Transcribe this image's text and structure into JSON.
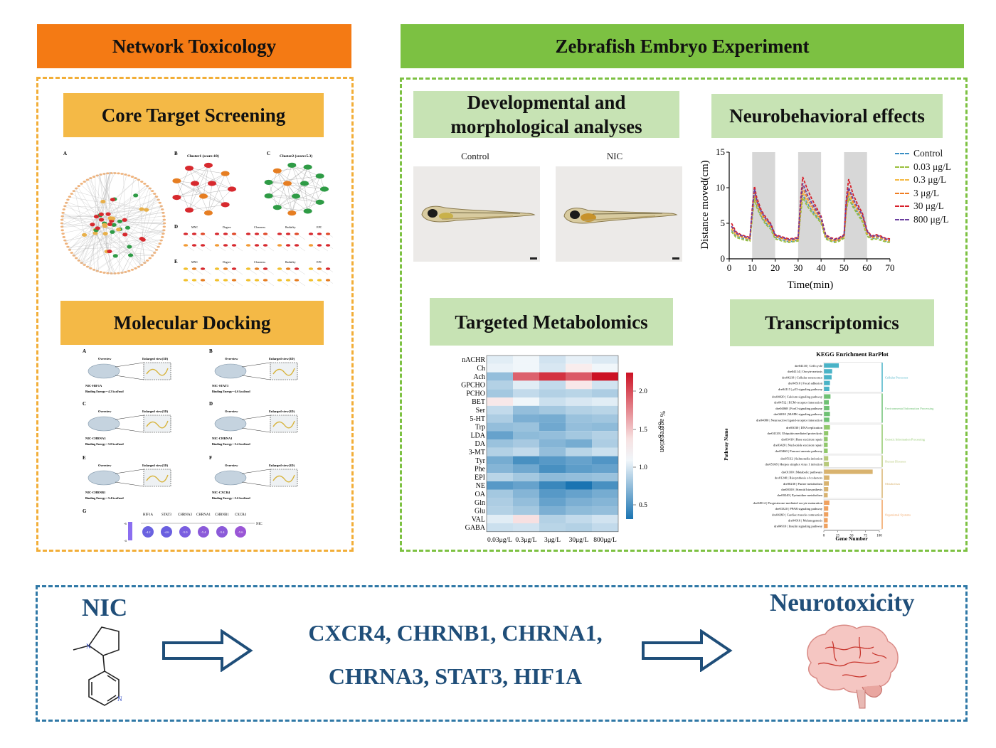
{
  "left_header": {
    "title": "Network Toxicology",
    "color": "#f47a14"
  },
  "right_header": {
    "title": "Zebrafish Embryo Experiment",
    "color": "#7cc142"
  },
  "core_target": {
    "title": "Core Target Screening",
    "panel_a": "A",
    "panel_b": "B",
    "panel_c": "C",
    "panel_d": "D",
    "panel_e": "E",
    "cluster1": "Cluster1 (score:10)",
    "cluster2": "Cluster2 (score:5.3)",
    "methods": [
      "MNC",
      "Degree",
      "Closeness",
      "Radiality",
      "EPC"
    ]
  },
  "docking": {
    "title": "Molecular Docking",
    "panels": [
      {
        "letter": "A",
        "overview": "Overview",
        "enlarged": "Enlarged view(3D)",
        "name": "NIC-HIF1A",
        "energy": "Binding Energy=-4.2 kcal/mol"
      },
      {
        "letter": "B",
        "overview": "Overview",
        "enlarged": "Enlarged view(3D)",
        "name": "NIC-STAT3",
        "energy": "Binding Energy=-4.6 kcal/mol"
      },
      {
        "letter": "C",
        "overview": "Overview",
        "enlarged": "Enlarged view(3D)",
        "name": "NIC-CHRNA3",
        "energy": "Binding Energy=-5.0 kcal/mol"
      },
      {
        "letter": "D",
        "overview": "Overview",
        "enlarged": "Enlarged view(3D)",
        "name": "NIC-CHRNA1",
        "energy": "Binding Energy=-5.4 kcal/mol"
      },
      {
        "letter": "E",
        "overview": "Overview",
        "enlarged": "Enlarged view(3D)",
        "name": "NIC-CHRNB1",
        "energy": "Binding Energy=-5.4 kcal/mol"
      },
      {
        "letter": "F",
        "overview": "Overview",
        "enlarged": "Enlarged view(3D)",
        "name": "NIC-CXCR4",
        "energy": "Binding Energy=-5.6 kcal/mol"
      }
    ],
    "panel_g": "G",
    "g_targets": [
      "HIF1A",
      "STAT3",
      "CHRNA3",
      "CHRNA1",
      "CHRNB1",
      "CXCR4"
    ],
    "g_values": [
      "-4.2",
      "-4.6",
      "-5.0",
      "-5.4",
      "-5.4",
      "-5.6"
    ],
    "g_ligand": "NIC",
    "g_scale_top": "-6",
    "g_scale_bottom": "-4"
  },
  "developmental": {
    "title_line1": "Developmental and",
    "title_line2": "morphological analyses",
    "label_control": "Control",
    "label_nic": "NIC"
  },
  "neuro": {
    "title": "Neurobehavioral effects",
    "legend": [
      {
        "name": "Control",
        "color": "#3b8fc4"
      },
      {
        "name": "0.03 μg/L",
        "color": "#9abf3c"
      },
      {
        "name": "0.3 μg/L",
        "color": "#f5b942"
      },
      {
        "name": "3 μg/L",
        "color": "#ef7d22"
      },
      {
        "name": "30 μg/L",
        "color": "#d7202a"
      },
      {
        "name": "800 μg/L",
        "color": "#6b3fa0"
      }
    ]
  },
  "metabolomics": {
    "title": "Targeted Metabolomics",
    "rows": [
      "nACHR",
      "Ch",
      "Ach",
      "GPCHO",
      "PCHO",
      "BET",
      "Ser",
      "5-HT",
      "Trp",
      "LDA",
      "DA",
      "3-MT",
      "Tyr",
      "Phe",
      "EPI",
      "NE",
      "OA",
      "Gln",
      "Glu",
      "VAL",
      "GABA"
    ],
    "cols": [
      "0.03μg/L",
      "0.3μg/L",
      "3μg/L",
      "30μg/L",
      "800μg/L"
    ],
    "colorbar_ticks": [
      "2.0",
      "1.5",
      "1.0",
      "0.5"
    ],
    "colorbar_label": "% aggregation",
    "values": [
      [
        0.95,
        1.0,
        0.9,
        0.97,
        0.93
      ],
      [
        0.98,
        1.0,
        0.92,
        1.02,
        1.0
      ],
      [
        0.7,
        1.9,
        2.2,
        1.95,
        2.4
      ],
      [
        0.8,
        0.95,
        0.85,
        1.05,
        0.9
      ],
      [
        0.75,
        0.85,
        0.8,
        0.82,
        0.78
      ],
      [
        1.05,
        1.0,
        0.88,
        0.92,
        0.95
      ],
      [
        0.85,
        0.7,
        0.75,
        0.8,
        0.82
      ],
      [
        0.78,
        0.62,
        0.6,
        0.72,
        0.74
      ],
      [
        0.7,
        0.72,
        0.58,
        0.7,
        0.68
      ],
      [
        0.55,
        0.68,
        0.7,
        0.75,
        0.8
      ],
      [
        0.72,
        0.76,
        0.65,
        0.6,
        0.78
      ],
      [
        0.8,
        0.85,
        0.7,
        0.82,
        0.88
      ],
      [
        0.6,
        0.45,
        0.5,
        0.55,
        0.48
      ],
      [
        0.65,
        0.58,
        0.45,
        0.52,
        0.55
      ],
      [
        0.82,
        0.75,
        0.68,
        0.7,
        0.72
      ],
      [
        0.5,
        0.55,
        0.4,
        0.3,
        0.45
      ],
      [
        0.75,
        0.65,
        0.5,
        0.55,
        0.6
      ],
      [
        0.78,
        0.7,
        0.55,
        0.62,
        0.65
      ],
      [
        0.8,
        0.75,
        0.62,
        0.68,
        0.7
      ],
      [
        0.95,
        1.1,
        0.8,
        0.85,
        0.9
      ],
      [
        0.88,
        0.9,
        0.82,
        0.8,
        0.85
      ]
    ]
  },
  "transcriptomics": {
    "title": "Transcriptomics",
    "chart_title": "KEGG Enrichment BarPlot",
    "ylabel": "Pathway Name",
    "xlabel": "Gene Number",
    "xticks": [
      "0",
      "25",
      "50",
      "75",
      "100"
    ],
    "groups": [
      {
        "name": "Cellular Processes",
        "color": "#49b3c7",
        "pathways": [
          {
            "label": "dre04110 | Cell cycle",
            "value": 27
          },
          {
            "label": "dre04114 | Oocyte meiosis",
            "value": 15
          },
          {
            "label": "dre04218 | Cellular senescence",
            "value": 14
          },
          {
            "label": "dre04510 | Focal adhesion",
            "value": 11
          },
          {
            "label": "dre04115 | p53 signaling pathway",
            "value": 10
          }
        ]
      },
      {
        "name": "Environmental Information Processing",
        "color": "#6ec173",
        "pathways": [
          {
            "label": "dre04020 | Calcium signaling pathway",
            "value": 12
          },
          {
            "label": "dre04512 | ECM-receptor interaction",
            "value": 9
          },
          {
            "label": "dre04068 | FoxO signaling pathway",
            "value": 10
          },
          {
            "label": "dre04010 | MAPK signaling pathway",
            "value": 11
          },
          {
            "label": "dre04080 | Neuroactive ligand-receptor interaction",
            "value": 10
          }
        ]
      },
      {
        "name": "Genetic Information Processing",
        "color": "#90c86b",
        "pathways": [
          {
            "label": "dre03030 | DNA replication",
            "value": 11
          },
          {
            "label": "dre04120 | Ubiquitin mediated proteolysis",
            "value": 8
          },
          {
            "label": "dre03410 | Base excision repair",
            "value": 7
          },
          {
            "label": "dre03420 | Nucleotide excision repair",
            "value": 7
          },
          {
            "label": "dre03460 | Fanconi anemia pathway",
            "value": 7
          }
        ]
      },
      {
        "name": "Human Diseases",
        "color": "#b7c97a",
        "pathways": [
          {
            "label": "dre05132 | Salmonella infection",
            "value": 8
          },
          {
            "label": "dre05168 | Herpes simplex virus 1 infection",
            "value": 9
          }
        ]
      },
      {
        "name": "Metabolism",
        "color": "#d9b36f",
        "pathways": [
          {
            "label": "dre01100 | Metabolic pathways",
            "value": 88
          },
          {
            "label": "dre01240 | Biosynthesis of cofactors",
            "value": 10
          },
          {
            "label": "dre00230 | Purine metabolism",
            "value": 9
          },
          {
            "label": "dre00100 | Steroid biosynthesis",
            "value": 8
          },
          {
            "label": "dre00240 | Pyrimidine metabolism",
            "value": 7
          }
        ]
      },
      {
        "name": "Organismal Systems",
        "color": "#f0a15e",
        "pathways": [
          {
            "label": "dre04914 | Progesterone-mediated oocyte maturation",
            "value": 10
          },
          {
            "label": "dre03320 | PPAR signaling pathway",
            "value": 8
          },
          {
            "label": "dre04260 | Cardiac muscle contraction",
            "value": 8
          },
          {
            "label": "dre04916 | Melanogenesis",
            "value": 7
          },
          {
            "label": "dre04910 | Insulin signaling pathway",
            "value": 7
          }
        ]
      }
    ]
  },
  "chart_data": {
    "type": "line",
    "title": "",
    "xlabel": "Time(min)",
    "ylabel": "Distance moved(cm)",
    "xlim": [
      0,
      70
    ],
    "ylim": [
      0,
      15
    ],
    "xticks": [
      0,
      10,
      20,
      30,
      40,
      50,
      60,
      70
    ],
    "yticks": [
      0,
      5,
      10,
      15
    ],
    "dark_periods": [
      [
        10,
        20
      ],
      [
        30,
        40
      ],
      [
        50,
        60
      ]
    ],
    "legend_position": "right",
    "x": [
      1,
      3,
      5,
      7,
      9,
      10,
      11,
      12,
      14,
      16,
      18,
      20,
      22,
      24,
      26,
      28,
      30,
      31,
      32,
      34,
      36,
      38,
      40,
      42,
      44,
      46,
      48,
      50,
      51,
      52,
      54,
      56,
      58,
      60,
      62,
      64,
      66,
      68,
      70
    ],
    "series": [
      {
        "name": "Control",
        "values": [
          4.0,
          3.2,
          3.0,
          2.8,
          2.6,
          6.0,
          9.0,
          7.5,
          6.0,
          5.0,
          4.5,
          3.0,
          2.8,
          2.6,
          2.4,
          2.5,
          2.6,
          6.5,
          9.0,
          7.8,
          6.8,
          6.0,
          5.2,
          3.0,
          2.6,
          2.4,
          2.6,
          3.0,
          7.0,
          8.8,
          7.5,
          6.5,
          5.5,
          3.5,
          2.8,
          3.0,
          2.8,
          2.5,
          2.4
        ]
      },
      {
        "name": "0.03 μg/L",
        "values": [
          3.8,
          3.0,
          2.8,
          2.6,
          2.5,
          5.5,
          8.5,
          7.2,
          5.8,
          4.8,
          4.2,
          2.8,
          2.6,
          2.4,
          2.3,
          2.4,
          2.5,
          6.0,
          8.6,
          7.4,
          6.5,
          5.8,
          5.0,
          2.8,
          2.5,
          2.3,
          2.5,
          2.9,
          6.8,
          8.5,
          7.2,
          6.2,
          5.2,
          3.2,
          2.7,
          2.8,
          2.6,
          2.4,
          2.3
        ]
      },
      {
        "name": "0.3 μg/L",
        "values": [
          4.2,
          3.3,
          3.1,
          2.9,
          2.7,
          6.2,
          9.3,
          7.8,
          6.2,
          5.2,
          4.6,
          3.1,
          2.9,
          2.7,
          2.5,
          2.6,
          2.7,
          6.8,
          9.4,
          8.0,
          7.0,
          6.2,
          5.4,
          3.1,
          2.7,
          2.5,
          2.7,
          3.1,
          7.2,
          9.0,
          7.7,
          6.7,
          5.7,
          3.6,
          2.9,
          3.1,
          2.9,
          2.6,
          2.5
        ]
      },
      {
        "name": "3 μg/L",
        "values": [
          4.5,
          3.5,
          3.2,
          3.0,
          2.8,
          6.5,
          9.6,
          8.0,
          6.4,
          5.4,
          4.8,
          3.2,
          3.0,
          2.8,
          2.6,
          2.7,
          2.8,
          7.2,
          10.0,
          8.5,
          7.4,
          6.5,
          5.6,
          3.2,
          2.8,
          2.6,
          2.8,
          3.2,
          7.6,
          9.6,
          8.0,
          7.0,
          6.0,
          3.8,
          3.0,
          3.2,
          3.0,
          2.7,
          2.6
        ]
      },
      {
        "name": "30 μg/L",
        "values": [
          5.0,
          3.8,
          3.4,
          3.2,
          3.0,
          7.0,
          10.2,
          8.6,
          6.8,
          5.8,
          5.0,
          3.4,
          3.2,
          3.0,
          2.8,
          2.9,
          3.0,
          8.0,
          11.5,
          9.8,
          8.4,
          7.2,
          6.0,
          3.4,
          3.0,
          2.8,
          3.0,
          3.4,
          8.5,
          11.2,
          9.0,
          7.6,
          6.4,
          4.0,
          3.2,
          3.4,
          3.2,
          2.9,
          2.8
        ]
      },
      {
        "name": "800 μg/L",
        "values": [
          4.6,
          3.6,
          3.3,
          3.1,
          2.9,
          6.6,
          9.8,
          8.2,
          6.6,
          5.6,
          4.9,
          3.3,
          3.1,
          2.9,
          2.7,
          2.8,
          2.9,
          7.5,
          10.6,
          9.0,
          7.8,
          6.8,
          5.8,
          3.3,
          2.9,
          2.7,
          2.9,
          3.3,
          8.0,
          10.0,
          8.4,
          7.2,
          6.2,
          3.9,
          3.1,
          3.3,
          3.1,
          2.8,
          2.7
        ]
      }
    ]
  },
  "summary": {
    "nic_label": "NIC",
    "targets_line1": "CXCR4, CHRNB1, CHRNA1,",
    "targets_line2": "CHRNA3, STAT3, HIF1A",
    "outcome": "Neurotoxicity"
  }
}
